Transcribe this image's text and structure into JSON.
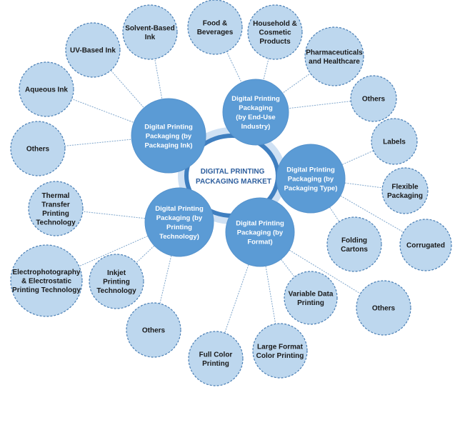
{
  "center": {
    "lines": [
      "DIGITAL PRINTING",
      "PACKAGING MARKET"
    ]
  },
  "colors": {
    "category_fill": "#5b9bd5",
    "leaf_fill": "#bdd7ee",
    "leaf_border": "#4a7fb5",
    "ring": "#3f7fc0",
    "center_text": "#2e5f9e"
  },
  "categories": [
    {
      "id": "packaging-ink",
      "lines": [
        "Digital Printing",
        "Packaging (by",
        "Packaging Ink)"
      ],
      "children": [
        {
          "lines": [
            "Solvent-Based",
            "Ink"
          ]
        },
        {
          "lines": [
            "UV-Based Ink"
          ]
        },
        {
          "lines": [
            "Aqueous Ink"
          ]
        },
        {
          "lines": [
            "Others"
          ]
        }
      ]
    },
    {
      "id": "end-use-industry",
      "lines": [
        "Digital Printing",
        "Packaging",
        "(by End-Use",
        "Industry)"
      ],
      "children": [
        {
          "lines": [
            "Food &",
            "Beverages"
          ]
        },
        {
          "lines": [
            "Household &",
            "Cosmetic",
            "Products"
          ]
        },
        {
          "lines": [
            "Pharmaceuticals",
            "and Healthcare"
          ]
        },
        {
          "lines": [
            "Others"
          ]
        }
      ]
    },
    {
      "id": "packaging-type",
      "lines": [
        "Digital Printing",
        "Packaging (by",
        "Packaging Type)"
      ],
      "children": [
        {
          "lines": [
            "Labels"
          ]
        },
        {
          "lines": [
            "Flexible",
            "Packaging"
          ]
        },
        {
          "lines": [
            "Corrugated"
          ]
        },
        {
          "lines": [
            "Folding",
            "Cartons"
          ]
        }
      ]
    },
    {
      "id": "format",
      "lines": [
        "Digital Printing",
        "Packaging (by",
        "Format)"
      ],
      "children": [
        {
          "lines": [
            "Variable Data",
            "Printing"
          ]
        },
        {
          "lines": [
            "Others"
          ]
        },
        {
          "lines": [
            "Large Format",
            "Color Printing"
          ]
        },
        {
          "lines": [
            "Full Color",
            "Printing"
          ]
        }
      ]
    },
    {
      "id": "printing-technology",
      "lines": [
        "Digital Printing",
        "Packaging (by",
        "Printing",
        "Technology)"
      ],
      "children": [
        {
          "lines": [
            "Thermal",
            "Transfer",
            "Printing",
            "Technology"
          ]
        },
        {
          "lines": [
            "Electrophotography",
            "& Electrostatic",
            "Printing Technology"
          ]
        },
        {
          "lines": [
            "Inkjet",
            "Printing",
            "Technology"
          ]
        },
        {
          "lines": [
            "Others"
          ]
        }
      ]
    }
  ]
}
